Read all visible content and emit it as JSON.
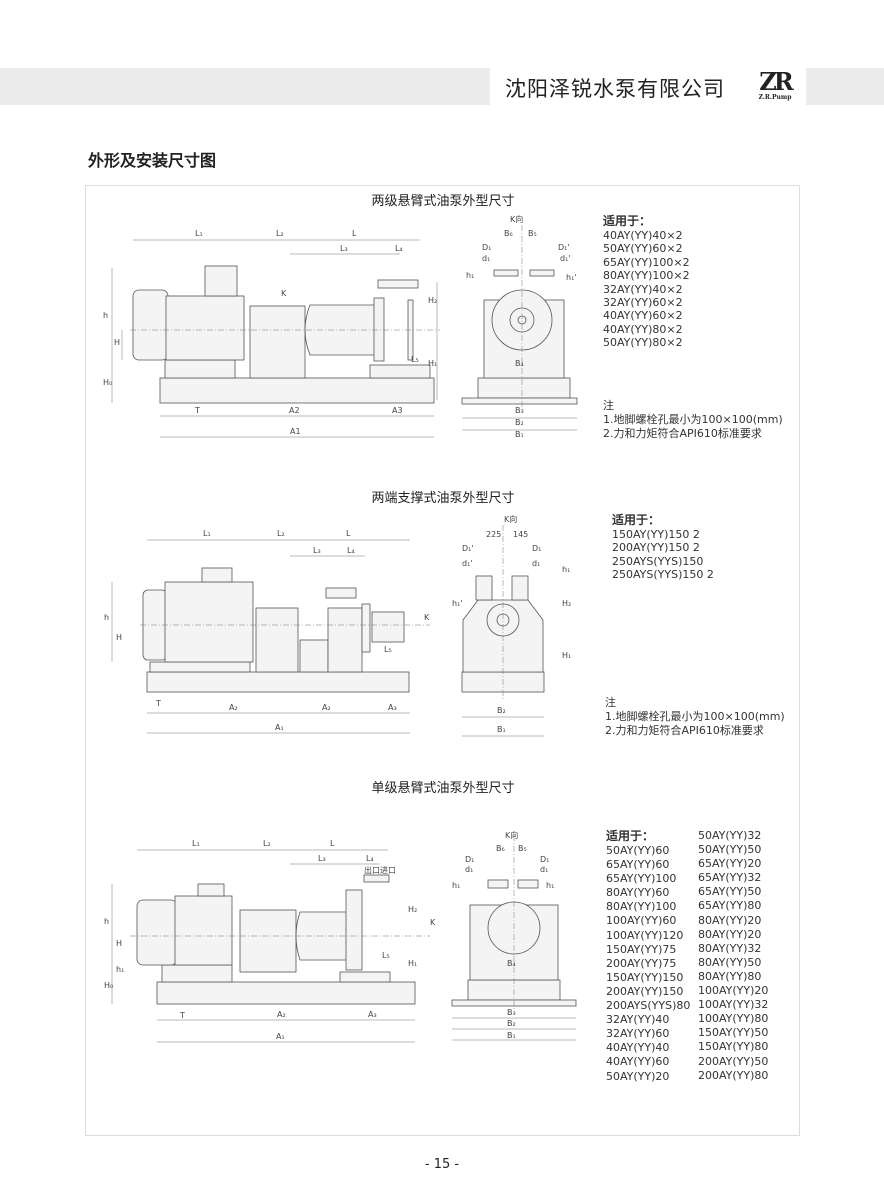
{
  "header": {
    "company": "沈阳泽锐水泵有限公司",
    "logo_text": "ZR",
    "logo_sub": "Z.R.Pump"
  },
  "page_title": "外形及安装尺寸图",
  "sections": [
    {
      "title": "两级悬臂式油泵外型尺寸",
      "applies_label": "适用于：",
      "models": [
        "40AY(YY)40×2",
        "50AY(YY)60×2",
        "65AY(YY)100×2",
        "80AY(YY)100×2",
        "32AY(YY)40×2",
        "32AY(YY)60×2",
        "40AY(YY)60×2",
        "40AY(YY)80×2",
        "50AY(YY)80×2"
      ],
      "notes": [
        "注",
        "1.地脚螺栓孔最小为100×100(mm)",
        "2.力和力矩符合API610标准要求"
      ],
      "labels": {
        "L1": "L₁",
        "L2": "L₂",
        "L": "L",
        "L3": "L₃",
        "L4": "L₄",
        "L5": "L₅",
        "K": "K",
        "h": "h",
        "H": "H",
        "H0": "H₀",
        "H2": "H₂",
        "H1": "H₁",
        "T": "T",
        "A1": "A1",
        "A2": "A2",
        "A3": "A3",
        "Kdir": "K向",
        "B6": "B₆",
        "B5": "B₅",
        "D1": "D₁",
        "d1": "d₁",
        "D1b": "D₁'",
        "d1b": "d₁'",
        "h1": "h₁",
        "h1b": "h₁'",
        "B4": "B₄",
        "B3": "B₃",
        "B2": "B₂",
        "B1": "B₁"
      }
    },
    {
      "title": "两端支撑式油泵外型尺寸",
      "applies_label": "适用于：",
      "models": [
        "150AY(YY)150 2",
        "200AY(YY)150 2",
        "250AYS(YYS)150",
        "250AYS(YYS)150 2"
      ],
      "notes": [
        "注",
        "1.地脚螺栓孔最小为100×100(mm)",
        "2.力和力矩符合API610标准要求"
      ],
      "labels": {
        "L1": "L₁",
        "L2": "L₂",
        "L": "L",
        "L3": "L₃",
        "L4": "L₄",
        "L5": "L₅",
        "K": "K",
        "h": "h",
        "H": "H",
        "T": "T",
        "A1": "A₁",
        "A2a": "A₂",
        "A2b": "A₂",
        "A3": "A₃",
        "Kdir": "K向",
        "w1": "225",
        "w2": "145",
        "D1": "D₁'",
        "d1": "d₁'",
        "D1b": "D₁",
        "d1b": "d₁",
        "h1": "h₁'",
        "h1b": "h₁",
        "H2": "H₂",
        "H1": "H₁",
        "B2": "B₂",
        "B1": "B₁"
      }
    },
    {
      "title": "单级悬臂式油泵外型尺寸",
      "applies_label": "适用于：",
      "models_col1": [
        "50AY(YY)60",
        "65AY(YY)60",
        "65AY(YY)100",
        "80AY(YY)60",
        "80AY(YY)100",
        "100AY(YY)60",
        "100AY(YY)120",
        "150AY(YY)75",
        "200AY(YY)75",
        "150AY(YY)150",
        "200AY(YY)150",
        "200AYS(YYS)80",
        "32AY(YY)40",
        "32AY(YY)60",
        "40AY(YY)40",
        "40AY(YY)60",
        "50AY(YY)20"
      ],
      "models_col2": [
        "50AY(YY)32",
        "50AY(YY)50",
        "65AY(YY)20",
        "65AY(YY)32",
        "65AY(YY)50",
        "65AY(YY)80",
        "80AY(YY)20",
        "80AY(YY)20",
        "80AY(YY)32",
        "80AY(YY)50",
        "80AY(YY)80",
        "100AY(YY)20",
        "100AY(YY)32",
        "100AY(YY)80",
        "150AY(YY)50",
        "150AY(YY)80",
        "200AY(YY)50",
        "200AY(YY)80"
      ],
      "labels": {
        "L1": "L₁",
        "L2": "L₂",
        "L": "L",
        "L3": "L₃",
        "L4": "L₄",
        "L5": "L₅",
        "outlet": "出口",
        "inlet": "进口",
        "K": "K",
        "h": "h",
        "H": "H",
        "H0": "H₀",
        "h1": "h₁",
        "H2": "H₂",
        "H1": "H₁",
        "T": "T",
        "A1": "A₁",
        "A2": "A₂",
        "A3": "A₃",
        "Kdir": "K向",
        "B6": "B₆",
        "B5": "B₅",
        "D1": "D₁",
        "d1": "d₁",
        "D1b": "D₁",
        "d1b": "d₁",
        "h1a": "h₁",
        "h1b": "h₁",
        "B4": "B₄",
        "B3": "B₃",
        "B2": "B₂",
        "B1": "B₁"
      }
    }
  ],
  "page_number": "- 15 -"
}
